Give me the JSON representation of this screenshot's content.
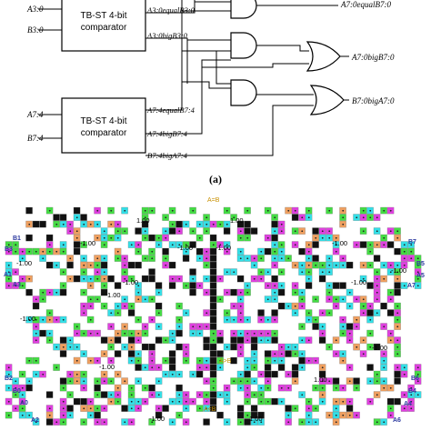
{
  "schematic": {
    "block_top": {
      "line1": "TB-ST 4-bit",
      "line2": "comparator"
    },
    "block_bottom": {
      "line1": "TB-ST 4-bit",
      "line2": "comparator"
    },
    "inputs_top": [
      "A3:0",
      "B3:0"
    ],
    "inputs_bottom": [
      "A7:4",
      "B7:4"
    ],
    "outputs_top": [
      "A3:0equalB3:0",
      "A3:0bigB3:0"
    ],
    "outputs_bottom": [
      "A7:4equalB7:4",
      "A7:4bigB7:4",
      "B7:4bigA7:4"
    ],
    "final_outputs": [
      "A7:0equalB7:0",
      "A7:0bigB7:0",
      "B7:0bigA7:0"
    ],
    "caption": "(a)"
  },
  "layout_panel": {
    "value_labels": [
      "1.00",
      "1.00",
      "-1.00",
      "-1.00",
      "-1.00",
      "-1.00",
      "-1.00",
      "-1.00",
      "1.00",
      "-1.00",
      "-1.00",
      "-1.00",
      "-1.00",
      "-1.00",
      "1.00",
      "-1.00",
      "1.00"
    ],
    "top_label": "A=B",
    "center_labels": [
      "A>B",
      "A<B"
    ],
    "left_ports": [
      "B1",
      "B3",
      "A1",
      "A3",
      "B2",
      "B0",
      "A0",
      "A2"
    ],
    "right_ports": [
      "B7",
      "B5",
      "A5",
      "A7",
      "B6",
      "B4",
      "A4",
      "A6"
    ]
  },
  "colors": {
    "line": "#000000",
    "magenta": "#e040e0",
    "green": "#44dd44",
    "cyan": "#33e0e8",
    "black_cell": "#111111",
    "orange": "#f0a060",
    "port_blue": "#2d3aa0",
    "yellow": "#f0d020"
  }
}
